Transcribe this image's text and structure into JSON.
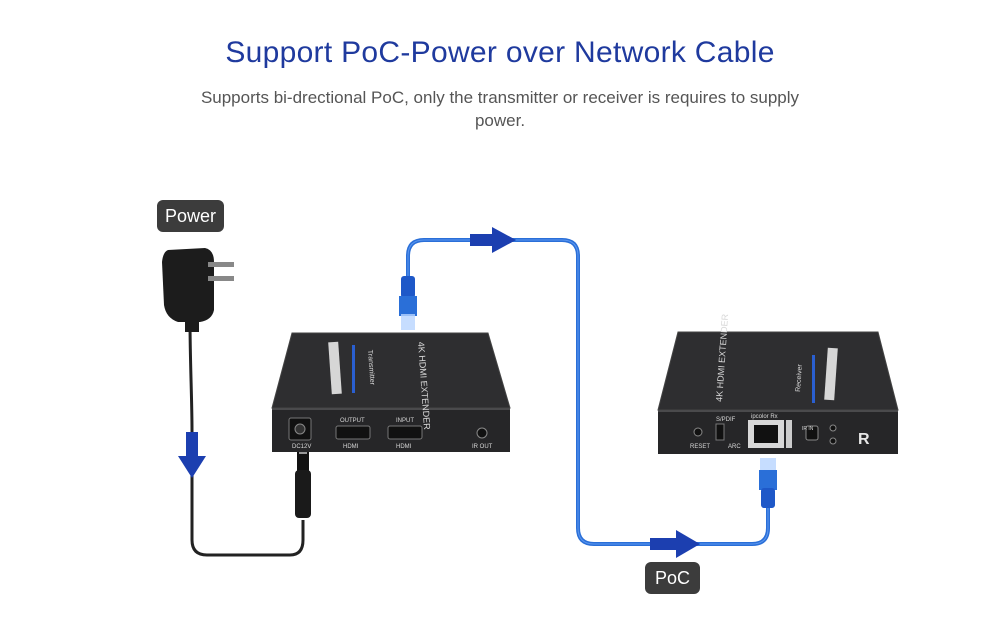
{
  "header": {
    "title": "Support PoC-Power over Network Cable",
    "subtitle": "Supports bi-drectional PoC, only the transmitter or receiver is requires to supply power."
  },
  "labels": {
    "power": "Power",
    "poc": "PoC"
  },
  "transmitter": {
    "product_name": "4K HDMI EXTENDER",
    "role": "Transmitter",
    "ports": {
      "dc": "DC12V",
      "output_top": "OUTPUT",
      "output_bottom": "HDMI",
      "input_top": "INPUT",
      "input_bottom": "HDMI",
      "ir": "IR OUT"
    }
  },
  "receiver": {
    "product_name": "4K HDMI EXTENDER",
    "role": "Receiver",
    "ports": {
      "reset": "RESET",
      "spdif": "S/PDIF",
      "arc": "ARC",
      "lan": "ipcolor Rx",
      "ir": "IR IN"
    },
    "logo": "R"
  },
  "colors": {
    "title": "#1f3a9e",
    "cable": "#2a6fd8",
    "arrow": "#1c3fb0",
    "device": "#2e2e30",
    "tag": "#3c3c3c"
  },
  "icons": [
    "power-adapter-icon",
    "rj45-connector-icon",
    "flow-arrow-icon"
  ]
}
